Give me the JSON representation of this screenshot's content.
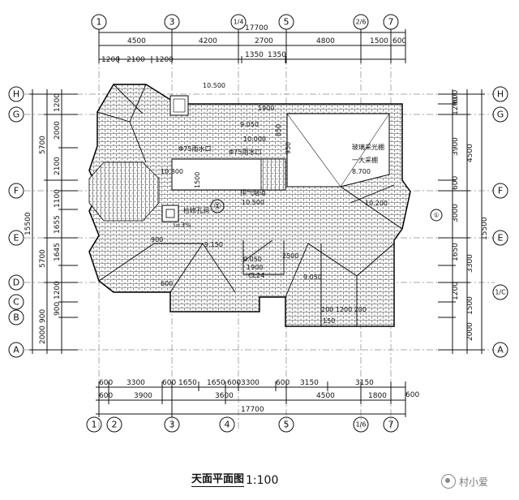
{
  "title": "天面平面图",
  "scale": "1:100",
  "watermark": "村小爱",
  "top_axes": [
    "1",
    "3",
    "1/4",
    "5",
    "2/6",
    "7"
  ],
  "bottom_axes": [
    "1",
    "2",
    "3",
    "4",
    "5",
    "1/6",
    "7"
  ],
  "left_axes": [
    "H",
    "G",
    "F",
    "E",
    "D",
    "C",
    "B",
    "A"
  ],
  "right_axes": [
    "H",
    "G",
    "F",
    "E",
    "1/C",
    "A"
  ],
  "top_overall": "17700",
  "top_dims_1": [
    "4500",
    "4200",
    "2700",
    "4800",
    "1500",
    "600"
  ],
  "top_dims_2": [
    "1200",
    "2100",
    "1200"
  ],
  "top_dims_3": [
    "1350",
    "1350"
  ],
  "bottom_dims_1": [
    "600",
    "3300",
    "600",
    "1650",
    "1650",
    "600",
    "3300",
    "600",
    "3150",
    "3150"
  ],
  "bottom_dims_2": [
    "600",
    "3900",
    "3600",
    "4500",
    "1800",
    "600"
  ],
  "bottom_overall": "17700",
  "left_dims_1": [
    "1200",
    "2000",
    "2100",
    "1100",
    "1655",
    "1645",
    "1200",
    "900",
    "900",
    "2000"
  ],
  "left_dims_2": [
    "5700",
    "5700"
  ],
  "left_overall": "15500",
  "right_dims_1": [
    "600",
    "1200",
    "3900",
    "600",
    "3000",
    "1650",
    "3300",
    "1200",
    "1500",
    "2000"
  ],
  "right_dims_2": [
    "4500"
  ],
  "right_overall": "15500",
  "annotations": {
    "e1": "10.500",
    "e2": "1900",
    "e3": "9.050",
    "e4": "10.000",
    "e5": "10.800",
    "e6": "10.500",
    "e7": "8.700",
    "e8": "9.150",
    "e9": "9.050",
    "e10": "9.050",
    "e11": "10.200",
    "drain1": "Φ75雨水口",
    "drain2": "Φ75雨水口",
    "glass": "玻璃采光棚",
    "glass2": "一大采棚",
    "vent": "检修孔洞",
    "chimney": "排气烟道",
    "slope": "i=3%",
    "circle1": "①",
    "circle2": "①",
    "num1": "1900",
    "num2": "200 1200 200",
    "num3": "150",
    "num4": "600",
    "num5": "850",
    "num6": "950",
    "num7": "2500",
    "num8": "1500",
    "num9": "900",
    "cl": "CL24"
  }
}
